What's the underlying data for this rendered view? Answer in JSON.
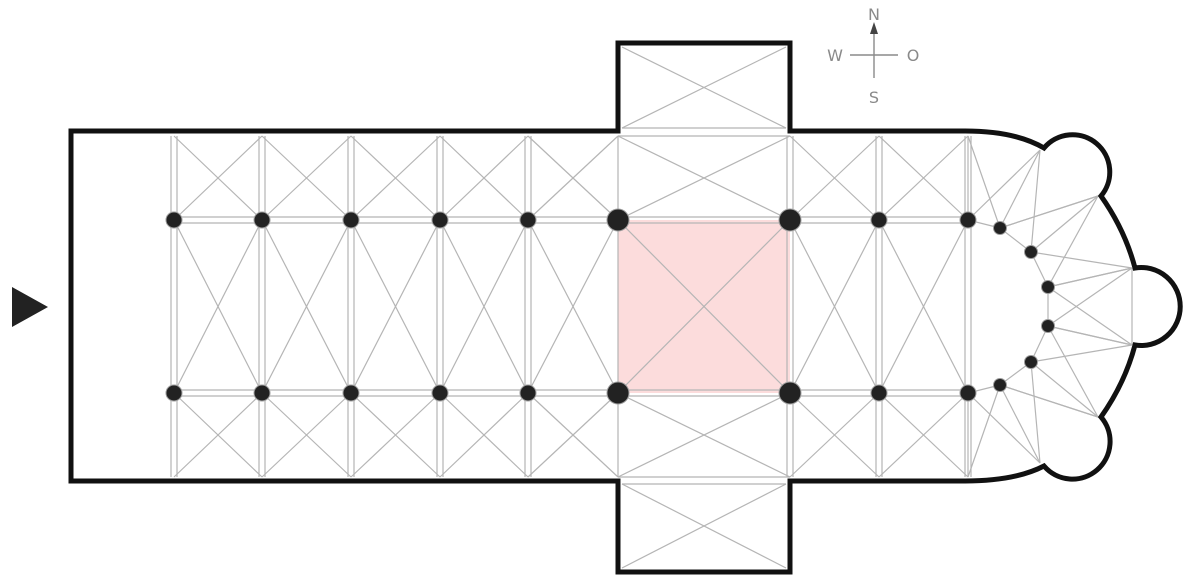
{
  "compass": {
    "north": "N",
    "west": "W",
    "east": "O",
    "south": "S"
  },
  "colors": {
    "wall": "#111111",
    "vault_rib": "#b5b5b5",
    "pier": "#222222",
    "crossing_highlight": "#fcdcdc",
    "compass": "#8a8a8a",
    "entrance_marker": "#222222"
  },
  "icons": {
    "entrance": "play-triangle-icon",
    "compass": "compass-rose-icon"
  },
  "highlighted_bay": "crossing"
}
